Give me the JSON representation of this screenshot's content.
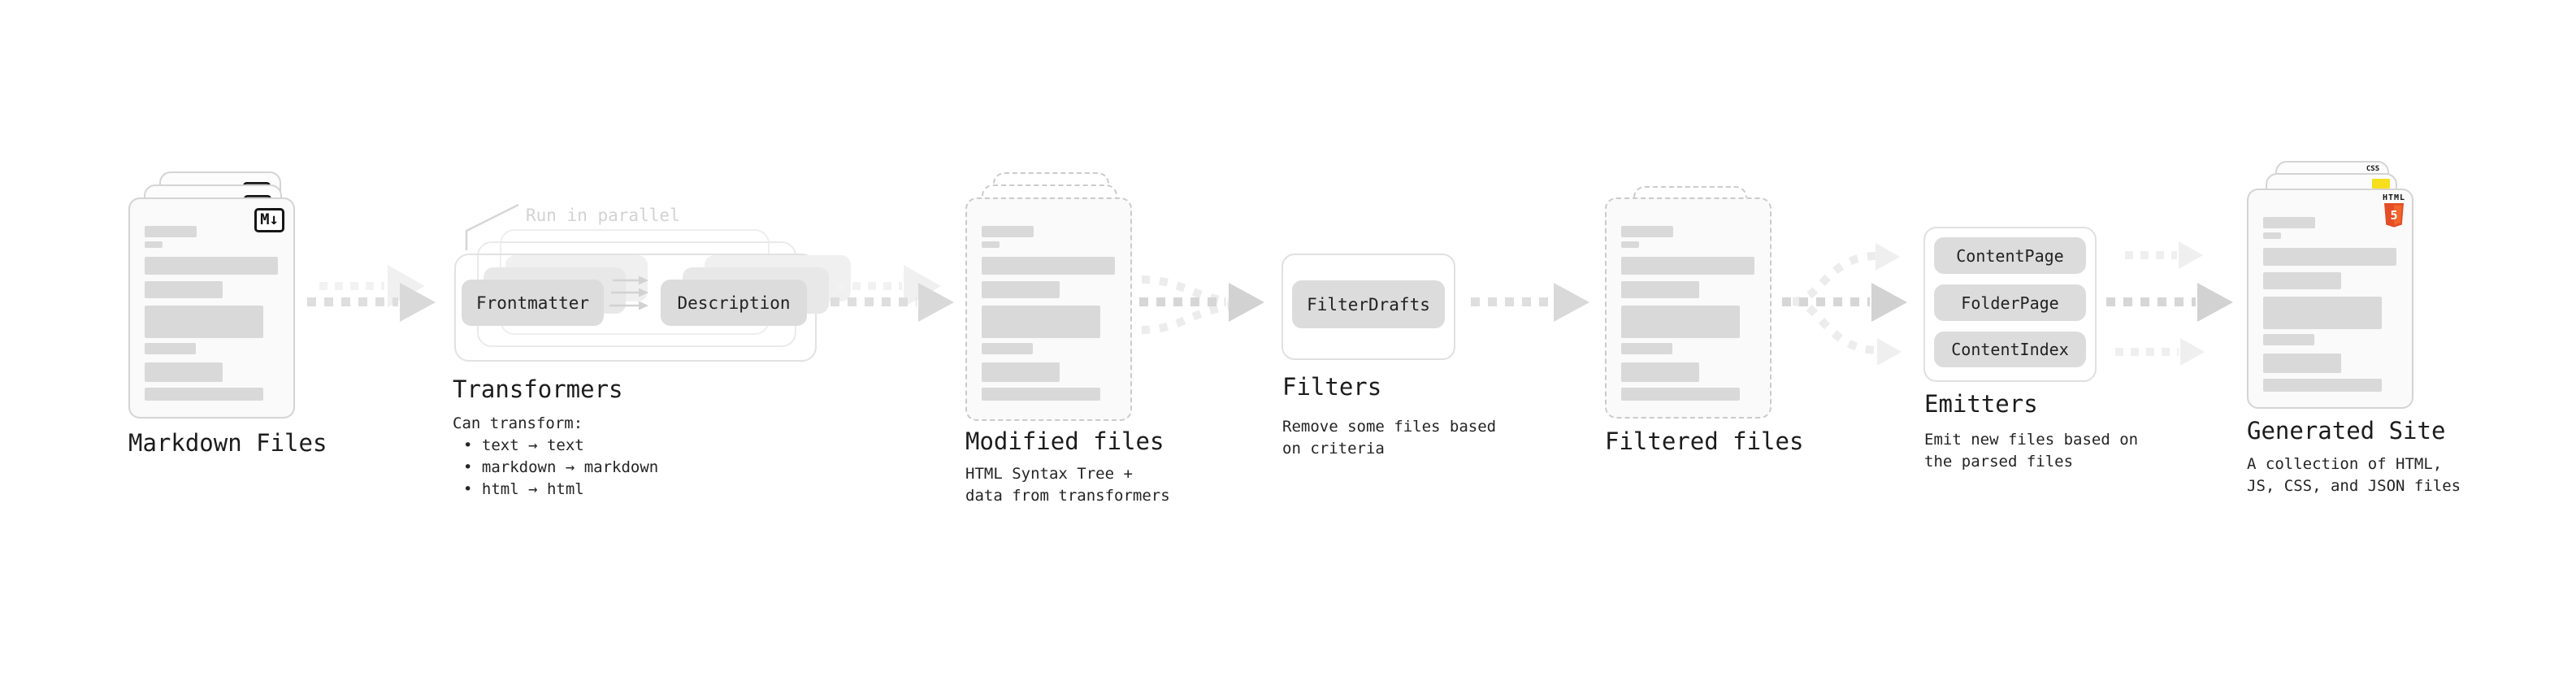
{
  "markdown": {
    "title": "Markdown Files",
    "badge": "M↓"
  },
  "transformers": {
    "title": "Transformers",
    "annotation": "Run in parallel",
    "pills": {
      "left": "Frontmatter",
      "right": "Description"
    },
    "desc": [
      "Can transform:",
      "• text → text",
      "• markdown → markdown",
      "• html → html"
    ]
  },
  "modified": {
    "title": "Modified files",
    "desc": [
      "HTML Syntax Tree +",
      "data from transformers"
    ]
  },
  "filters": {
    "title": "Filters",
    "pill": "FilterDrafts",
    "desc": [
      "Remove some files based",
      "on criteria"
    ]
  },
  "filtered": {
    "title": "Filtered files"
  },
  "emitters": {
    "title": "Emitters",
    "pills": [
      "ContentPage",
      "FolderPage",
      "ContentIndex"
    ],
    "desc": [
      "Emit new files based on",
      "the parsed files"
    ]
  },
  "generated": {
    "title": "Generated Site",
    "desc": [
      "A collection of HTML,",
      "JS, CSS, and JSON files"
    ],
    "badges": {
      "css": "CSS",
      "html_label": "HTML",
      "html_number": "5"
    }
  },
  "colors": {
    "html5_orange": "#e44d26",
    "html5_orange_light": "#f1662a",
    "js_yellow": "#f7df1e",
    "css_blue": "#2d6bf0"
  }
}
